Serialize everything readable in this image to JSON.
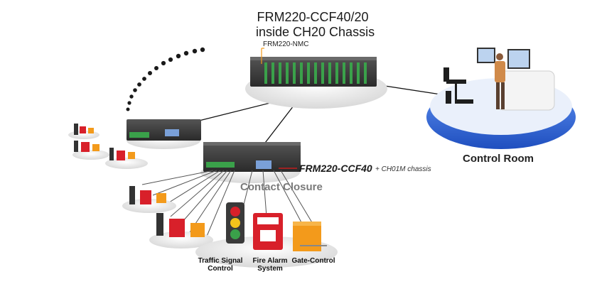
{
  "title_line1": "FRM220-CCF40/20",
  "title_line2": "inside CH20 Chassis",
  "nmc_label": "FRM220-NMC",
  "device_label": "FRM220-CCF40",
  "device_sublabel": "+ CH01M chassis",
  "contact_closure_label": "Contact Closure",
  "control_room_label": "Control Room",
  "captions": {
    "traffic_line1": "Traffic Signal",
    "traffic_line2": "Control",
    "fire_line1": "Fire Alarm",
    "fire_line2": "System",
    "gate": "Gate-Control"
  },
  "colors": {
    "device_body": "#3a3a3a",
    "terminal_green": "#3aa14a",
    "alarm_red": "#d8202a",
    "gate_orange": "#f39a1b",
    "room_blue": "#2f63d8",
    "platform_gray": "#e6e6e6",
    "accent_red_line": "#c21e1e"
  }
}
